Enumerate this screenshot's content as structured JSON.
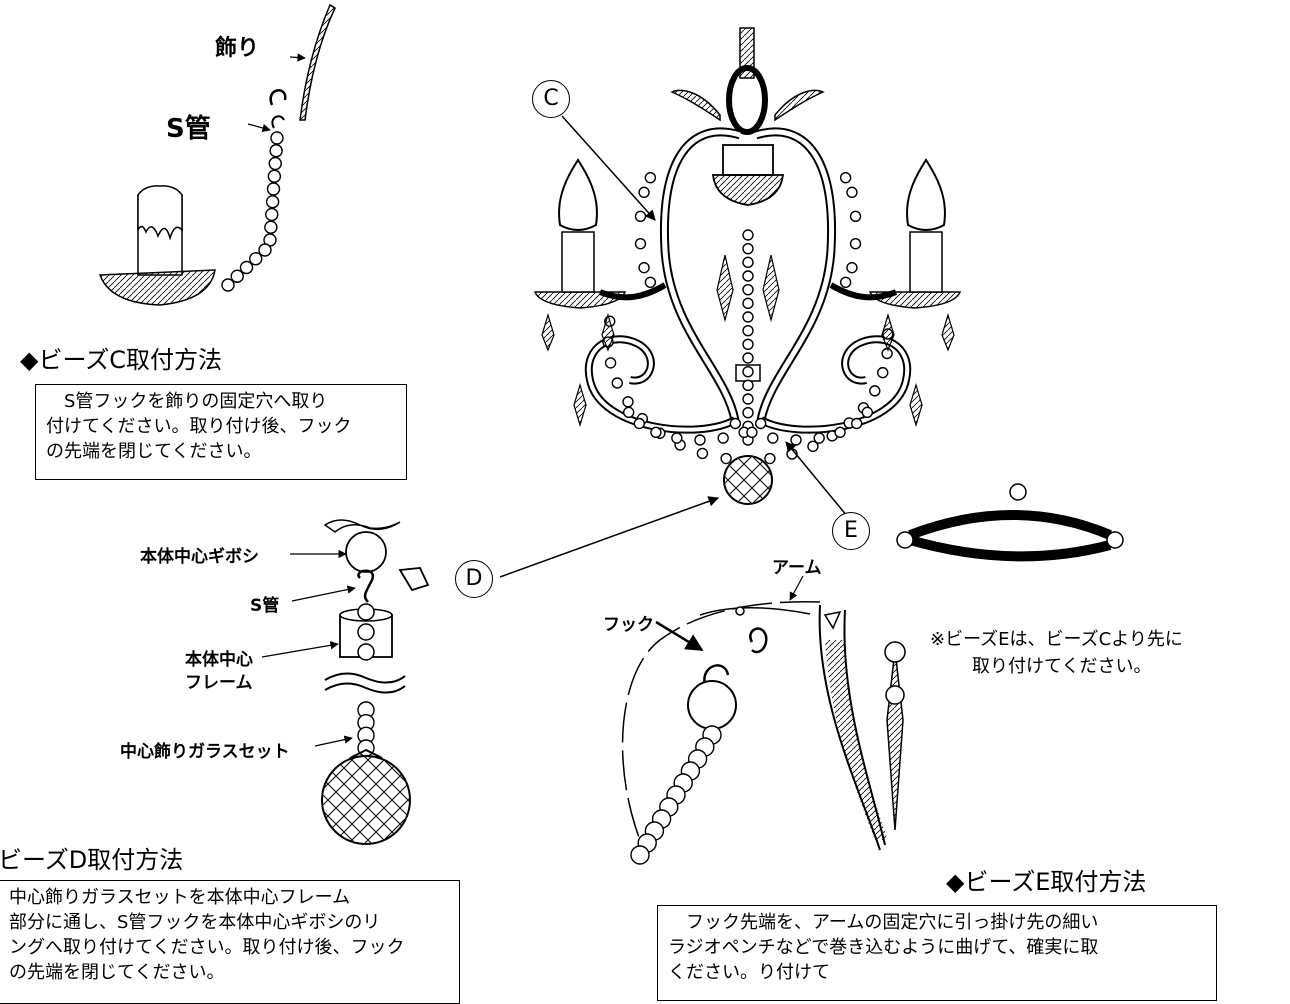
{
  "sections": {
    "c": {
      "heading": "◆ビーズC取付方法",
      "instructions": "　S管フックを飾りの固定穴へ取り\n付けてください。取り付け後、フック\nの先端を閉じてください。",
      "labels": {
        "ornament": "飾り",
        "s_hook": "S管"
      }
    },
    "d": {
      "heading": "ビーズD取付方法",
      "instructions": "中心飾りガラスセットを本体中心フレーム\n部分に通し、S管フックを本体中心ギボシのリ\nングへ取り付けてください。取り付け後、フック\nの先端を閉じてください。",
      "labels": {
        "center_finial": "本体中心ギボシ",
        "s_hook": "S管",
        "center_frame_line1": "本体中心",
        "center_frame_line2": "フレーム",
        "glass_set": "中心飾りガラスセット"
      }
    },
    "e": {
      "heading": "◆ビーズE取付方法",
      "instructions": "　フック先端を、アームの固定穴に引っ掛け先の細い\nラジオペンチなどで巻き込むように曲げて、確実に取\nください。り付けて",
      "labels": {
        "arm": "アーム",
        "hook": "フック"
      },
      "note_line1": "※ビーズEは、ビーズCより先に",
      "note_line2": "取り付けてください。"
    }
  },
  "callouts": {
    "c": "C",
    "d": "D",
    "e": "E"
  }
}
